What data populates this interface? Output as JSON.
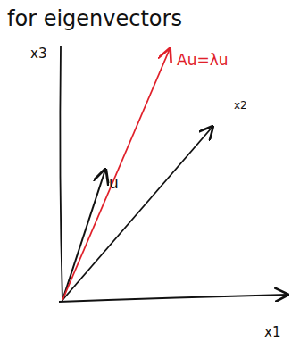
{
  "diagram": {
    "title": "for eigenvectors",
    "labels": [
      "x3",
      "Au=λu",
      "x2",
      "u",
      "x1"
    ]
  }
}
